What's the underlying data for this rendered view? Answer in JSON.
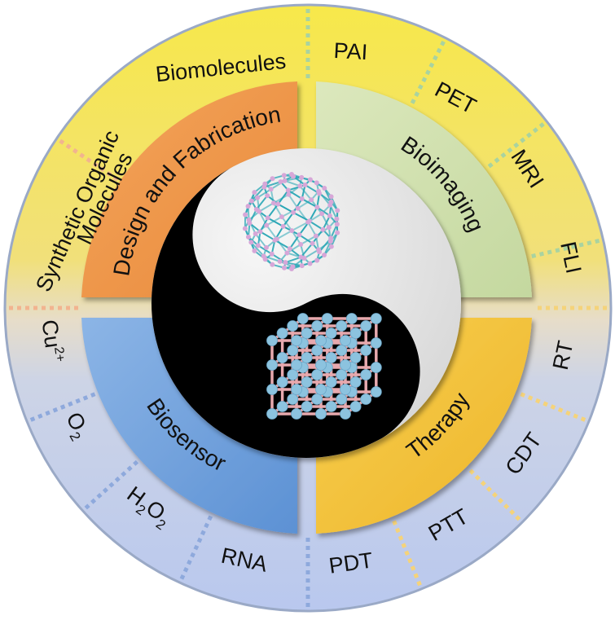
{
  "colors": {
    "ring_top": "#f7e84a",
    "ring_bottom": "#b9c8ee",
    "ring_mid": "#e7ddc9",
    "ring_edge": "#9aa9c6",
    "design": "#ef9a4c",
    "bioimaging": "#cfdfae",
    "biosensor": "#6e9fda",
    "therapy": "#f2c13a",
    "yin": "#000000",
    "yang": "#e4e4e4",
    "dot_orange": "#f2b48f",
    "dot_green": "#a9d3a0",
    "dot_yellow": "#f5d37a",
    "dot_blue": "#8ea9dc",
    "cage_bond": "#2aa7b6",
    "cage_atom": "#d7a7d8",
    "lattice_atom": "#8cc3df",
    "lattice_bond": "#e7a9ae"
  },
  "quadrants": {
    "design": {
      "label": "Design and Fabrication"
    },
    "bioimaging": {
      "label": "Bioimaging"
    },
    "biosensor": {
      "label": "Biosensor"
    },
    "therapy": {
      "label": "Therapy"
    }
  },
  "outer": {
    "synthetic_line1": "Synthetic Organic",
    "synthetic_line2": "Molecules",
    "biomolecules": "Biomolecules",
    "pai": "PAI",
    "pet": "PET",
    "mri": "MRI",
    "fli": "FLI",
    "rt": "RT",
    "cdt": "CDT",
    "ptt": "PTT",
    "pdt": "PDT",
    "rna": "RNA",
    "h2o2": {
      "a": "H",
      "b": "2",
      "c": "O",
      "d": "2"
    },
    "o2": {
      "a": "O",
      "b": "2"
    },
    "cu": {
      "a": "Cu",
      "b": "2+"
    }
  },
  "icons": {
    "center": "yin-yang-icon",
    "cage": "fullerene-cage-icon",
    "lattice": "crystal-lattice-icon"
  }
}
